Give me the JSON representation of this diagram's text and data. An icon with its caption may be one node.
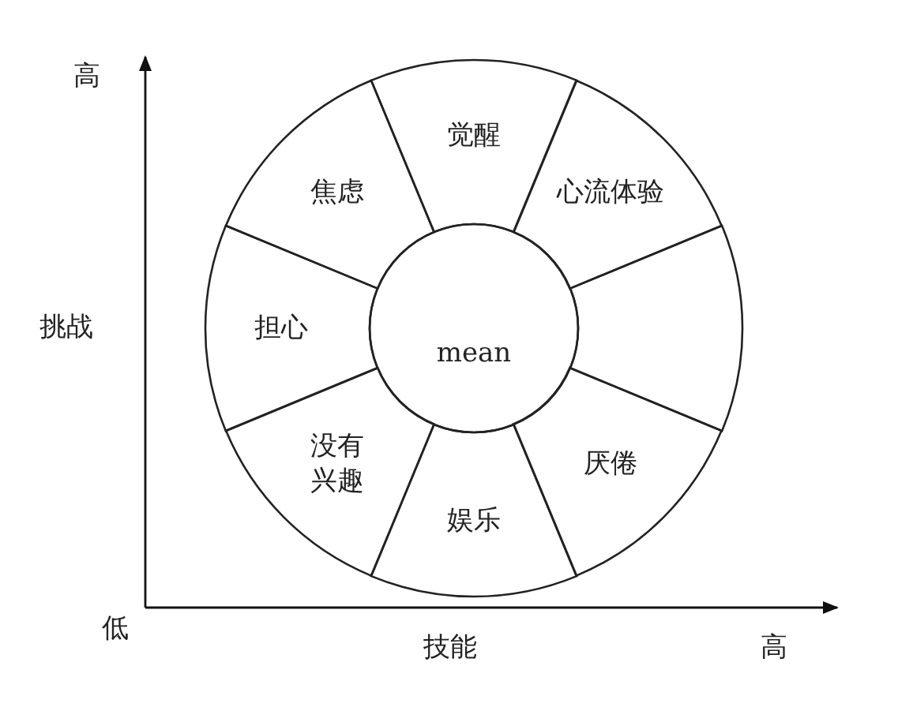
{
  "diagram": {
    "nodes": [
      {
        "text": [
          "觉醒"
        ]
      },
      {
        "text": [
          "焦虑"
        ]
      },
      {
        "text": [
          "心流体验"
        ]
      },
      {
        "text": [
          "担心"
        ]
      },
      {
        "text": [],
        "shape": "sector"
      },
      {
        "text": [
          "mean"
        ]
      },
      {
        "text": [
          "没有兴趣"
        ]
      },
      {
        "text": [
          "厌倦"
        ]
      },
      {
        "text": [
          "娱乐"
        ]
      }
    ],
    "edges": [],
    "labels": [
      "高",
      "挑战",
      "低",
      "技能",
      "高"
    ]
  }
}
